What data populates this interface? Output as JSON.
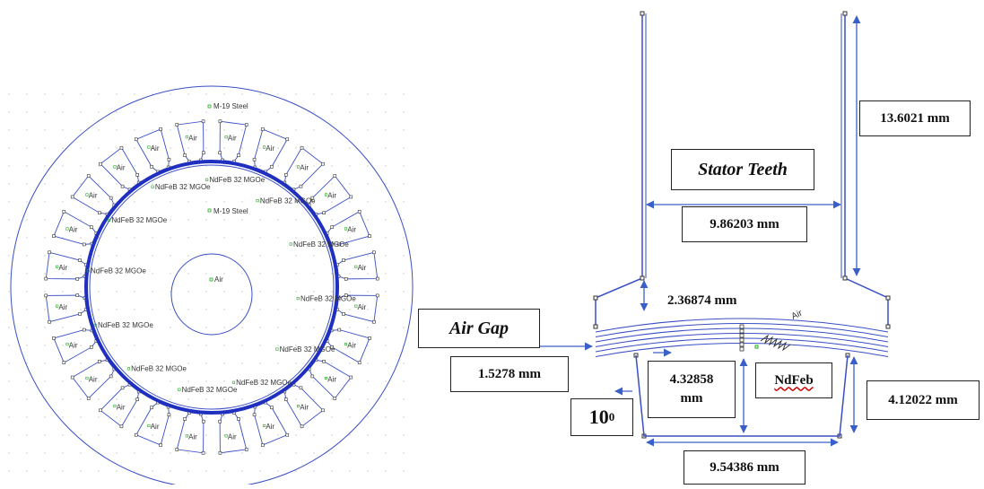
{
  "left_diagram": {
    "stator_material": "M-19 Steel",
    "rotor_material": "M-19 Steel",
    "shaft_label": "Air",
    "slot_label": "Air",
    "magnet_label": "NdFeB 32 MGOe",
    "slot_count": 24,
    "magnet_count": 12
  },
  "right_diagram": {
    "stator_teeth_label": "Stator Teeth",
    "air_gap_label": "Air Gap",
    "magnet_label": "NdFeb",
    "air_label": "Air",
    "angle_base": "10",
    "angle_sup": "0",
    "dims": {
      "tooth_height": "13.6021 mm",
      "tooth_width": "9.86203 mm",
      "tip_height": "2.36874 mm",
      "air_gap": "1.5278 mm",
      "magnet_depth": "4.32858 mm",
      "magnet_height": "4.12022 mm",
      "magnet_width": "9.54386 mm"
    }
  },
  "colors": {
    "outline": "#3a4fc4",
    "core": "#1f2fbf",
    "label_marker": "#22aa22"
  }
}
